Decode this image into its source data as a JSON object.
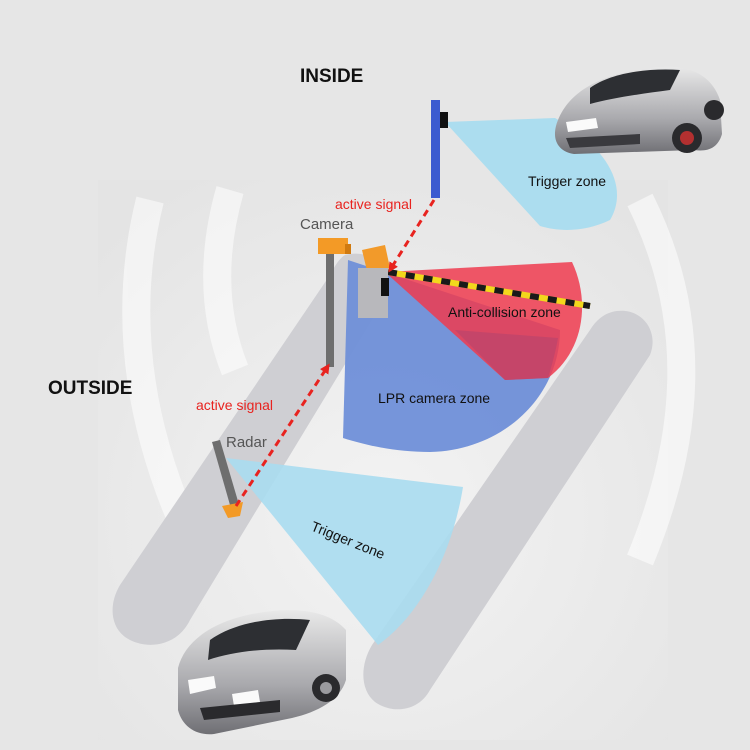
{
  "labels": {
    "inside": "INSIDE",
    "outside": "OUTSIDE",
    "active_signal_top": "active signal",
    "active_signal_bottom": "active signal",
    "camera": "Camera",
    "radar": "Radar",
    "trigger_zone_top": "Trigger zone",
    "trigger_zone_bottom": "Trigger zone",
    "anti_collision_zone": "Anti-collision zone",
    "lpr_camera_zone": "LPR camera zone"
  },
  "colors": {
    "background": "#e6e6e6",
    "lane": "#cfcfd3",
    "lpr_zone": "#6f8fd8",
    "anti_collision_zone": "#ee3b4f",
    "trigger_zone": "#a9dcef",
    "signal_arrow": "#e8231f",
    "camera_head": "#f39a26",
    "pole": "#6e6e6e",
    "detector_post": "#3c5bd0",
    "barrier_boom": "#f2d81c"
  },
  "icons": {
    "inside_car": "car-icon",
    "outside_car": "car-icon",
    "barrier": "barrier-gate-icon",
    "camera": "camera-icon",
    "radar": "radar-icon",
    "detector": "detector-post-icon"
  }
}
